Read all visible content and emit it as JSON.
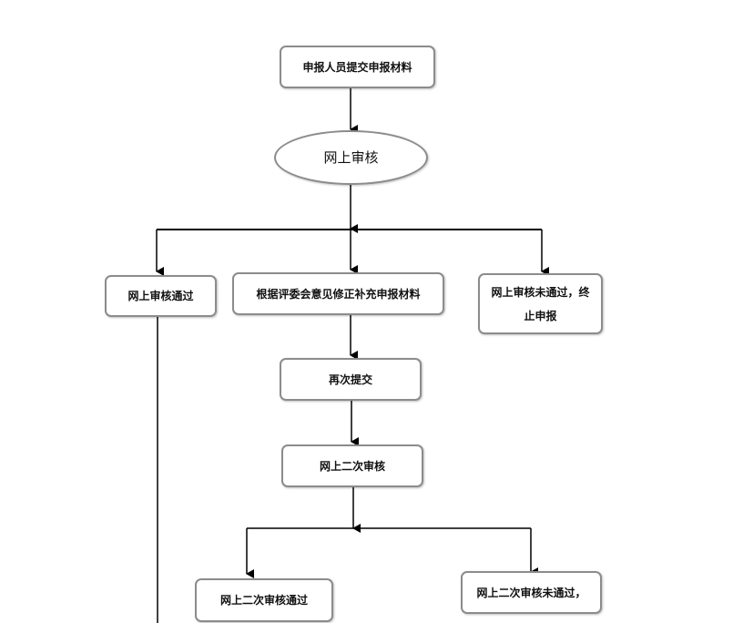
{
  "flowchart": {
    "nodes": {
      "submit": "申报人员提交申报材料",
      "online_review": "网上审核",
      "review_passed": "网上审核通过",
      "revise": "根据评委会意见修正补充申报材料",
      "review_failed": "网上审核未通过，终止申报",
      "resubmit": "再次提交",
      "second_review": "网上二次审核",
      "second_passed": "网上二次审核通过",
      "second_failed": "网上二次审核未通过，"
    },
    "colors": {
      "line": "#000000",
      "box_border": "#8c8c8c",
      "text": "#111111"
    }
  }
}
